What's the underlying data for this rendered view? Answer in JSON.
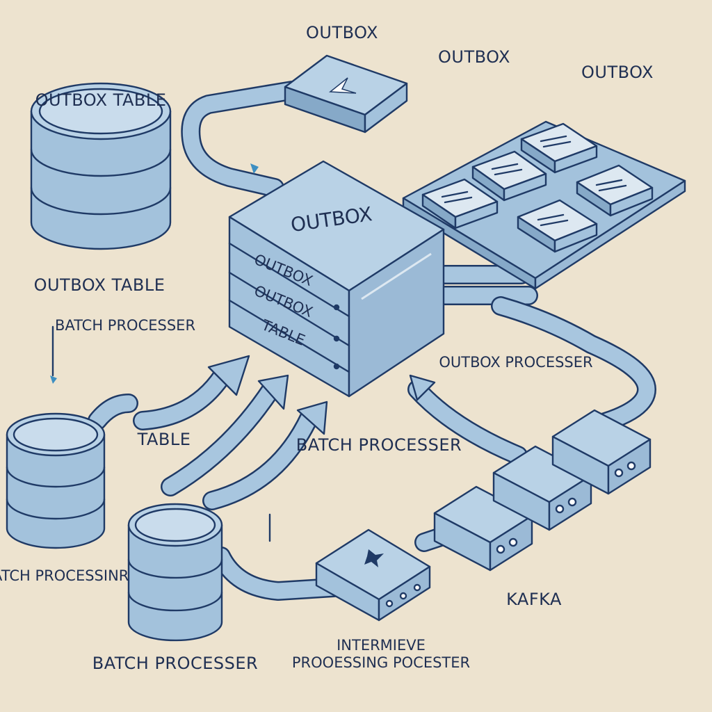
{
  "labels": {
    "outbox_top_center": "OUTBOX",
    "outbox_top_mid": "OUTBOX",
    "outbox_top_right": "OUTBOX",
    "db_top_face": "OUTBOX TABLE",
    "db_top_caption": "OUTBOX TABLE",
    "batch_left_1": "BATCH PROCESSER",
    "table_left": "TABLE",
    "cube_top": "OUTBOX",
    "cube_row_1": "OUTBOX",
    "cube_row_2": "OUTBOX",
    "cube_row_3": "TABLE",
    "outbox_processer": "OUTBOX PROCESSER",
    "batch_center": "BATCH PROCESSER",
    "batch_left_2": "BATCH PROCESSINR",
    "batch_bottom": "BATCH PROCESSER",
    "kafka": "KAFKA",
    "intermediate": "INTERMIEVE PROOESSING POCESTER"
  },
  "colors": {
    "background": "#ede3cf",
    "ink": "#1f3a66",
    "fill_light": "#b9d2e6",
    "fill_mid": "#a3c2dc",
    "fill_dark": "#86a9c8"
  }
}
